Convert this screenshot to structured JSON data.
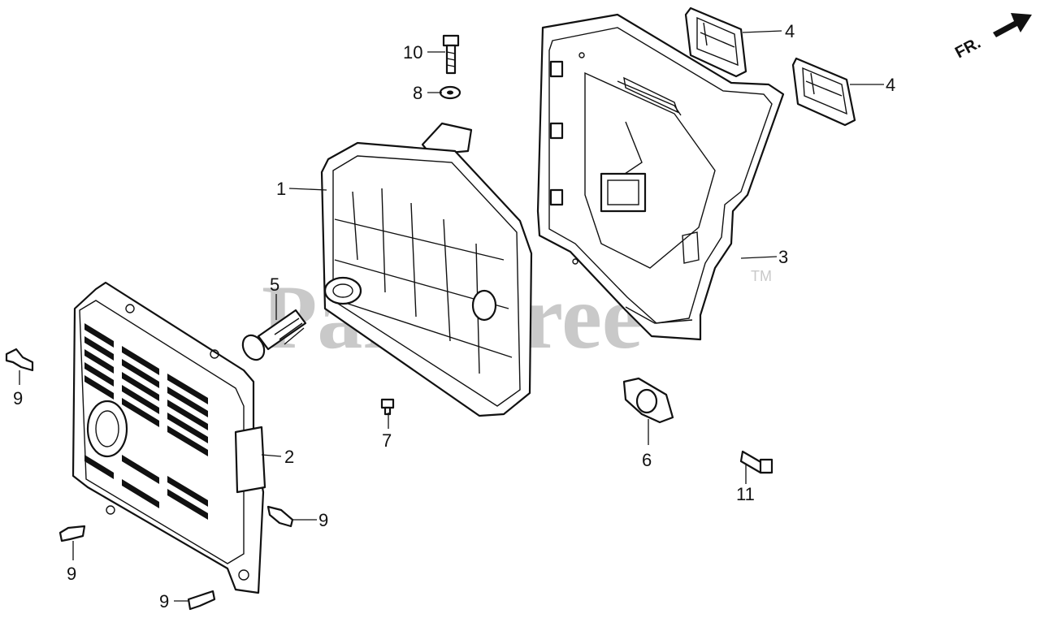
{
  "diagram": {
    "watermark": "PartsTree",
    "trademark": "TM",
    "direction_label": "FR.",
    "callouts": {
      "c1": "1",
      "c2": "2",
      "c3": "3",
      "c4a": "4",
      "c4b": "4",
      "c5": "5",
      "c6": "6",
      "c7": "7",
      "c8": "8",
      "c9a": "9",
      "c9b": "9",
      "c9c": "9",
      "c9d": "9",
      "c10": "10",
      "c11": "11"
    }
  },
  "colors": {
    "line": "#111111",
    "watermark": "#c9c9c9",
    "background": "#ffffff"
  }
}
